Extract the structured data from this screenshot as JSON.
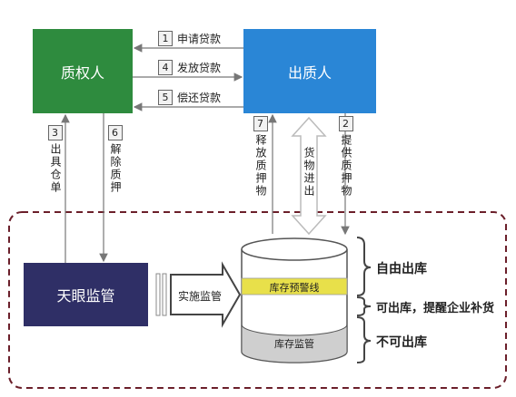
{
  "nodes": {
    "pledgee": "质权人",
    "pledgor": "出质人",
    "tianyan": "天眼监管"
  },
  "steps": [
    {
      "num": "1",
      "text": "申请贷款"
    },
    {
      "num": "4",
      "text": "发放贷款"
    },
    {
      "num": "5",
      "text": "偿还贷款"
    },
    {
      "num": "3",
      "text": "出具仓单"
    },
    {
      "num": "6",
      "text": "解除质押"
    },
    {
      "num": "7",
      "text": "释放质押物"
    },
    {
      "num": "2",
      "text": "提供质押物"
    }
  ],
  "goods_flow": "货物进出",
  "implement": "实施监管",
  "warehouse": {
    "warning_line": "库存预警线",
    "supervision": "库存监管"
  },
  "zones": {
    "free": "自由出库",
    "remind": "可出库，提醒企业补货",
    "blocked": "不可出库"
  },
  "colors": {
    "pledgee": "#2e8b3e",
    "pledgor": "#2a86d6",
    "tianyan": "#2f2f66",
    "warning": "#e8e04a",
    "dashed_border": "#6b1f2a"
  }
}
